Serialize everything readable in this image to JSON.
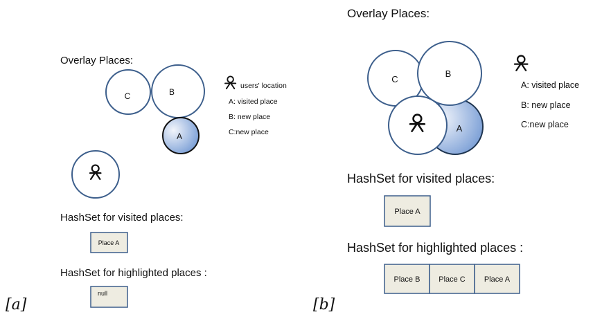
{
  "colors": {
    "circle_stroke": "#3d5f8c",
    "visited_fill_light": "#e9eff8",
    "visited_fill_dark": "#7b9fd6",
    "box_fill": "#eeece1",
    "visited_stroke_a": "#111111"
  },
  "panel_a": {
    "label": "[a]",
    "title": "Overlay Places:",
    "circles": {
      "c": "C",
      "b": "B",
      "a": "A"
    },
    "legend": {
      "user_icon": "person-icon",
      "user_location": "users' location",
      "a": "A: visited place",
      "b": "B: new place",
      "c": "C:new place"
    },
    "visited_title": "HashSet for visited places:",
    "visited_items": [
      "Place A"
    ],
    "highlighted_title": "HashSet for highlighted places :",
    "highlighted_items": [
      "null"
    ]
  },
  "panel_b": {
    "label": "[b]",
    "title": "Overlay Places:",
    "circles": {
      "c": "C",
      "b": "B",
      "a": "A"
    },
    "legend": {
      "user_icon": "person-icon",
      "a": "A: visited place",
      "b": "B: new place",
      "c": "C:new place"
    },
    "visited_title": "HashSet for visited places:",
    "visited_items": [
      "Place A"
    ],
    "highlighted_title": "HashSet for highlighted places :",
    "highlighted_items": [
      "Place B",
      "Place C",
      "Place A"
    ]
  }
}
